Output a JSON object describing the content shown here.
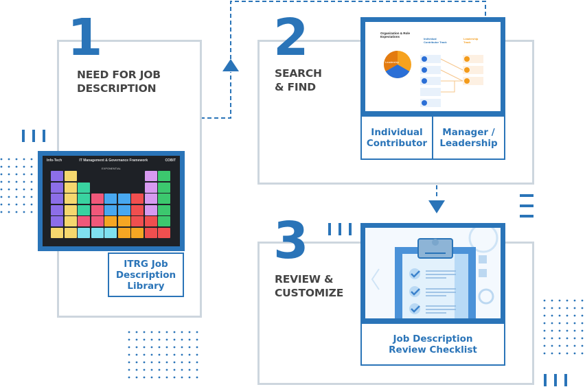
{
  "colors": {
    "accent": "#2a74b8",
    "box_border": "#cdd6de",
    "title_text": "#444444"
  },
  "steps": [
    {
      "number": "1",
      "title_lines": [
        "NEED FOR JOB",
        "DESCRIPTION"
      ],
      "image": {
        "brand": "Info-Tech",
        "heading": "IT Management & Governance Framework",
        "tag": "COBIT",
        "partner": "EXPONENTIAL"
      },
      "labels": [
        [
          "ITRG Job",
          "Description",
          "Library"
        ]
      ]
    },
    {
      "number": "2",
      "title_lines": [
        "SEARCH",
        "& FIND"
      ],
      "image": {
        "heading": "Organization & Role Expectations",
        "col1": "Individual Contributor Track",
        "col2": "Leadership Track",
        "pie_label": "Leadership"
      },
      "labels": [
        [
          "Individual",
          "Contributor"
        ],
        [
          "Manager /",
          "Leadership"
        ]
      ]
    },
    {
      "number": "3",
      "title_lines": [
        "REVIEW &",
        "CUSTOMIZE"
      ],
      "image": {
        "icon": "clipboard-checklist"
      },
      "labels": [
        [
          "Job Description",
          "Review Checklist"
        ]
      ]
    }
  ]
}
